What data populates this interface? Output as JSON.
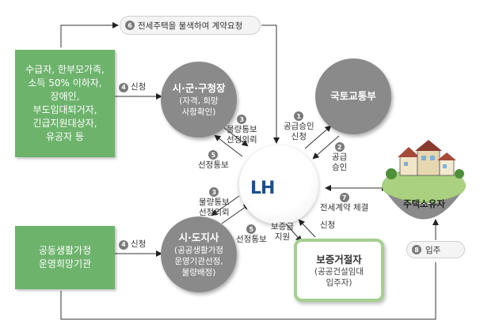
{
  "left_top_box": {
    "lines": [
      "수급자, 한부모가족,",
      "소득 50% 이하자,",
      "장애인,",
      "부도임대퇴거자,",
      "긴급지원대상자,",
      "유공자 등"
    ]
  },
  "left_bottom_box": {
    "lines": [
      "공동생활가정",
      "운영희망기관"
    ]
  },
  "city_circle": {
    "title": "시·군·구청장",
    "sub_lines": [
      "(자격, 희망",
      "사항확인)"
    ]
  },
  "province_circle": {
    "title": "시·도지사",
    "sub_lines": [
      "(공공생활가정",
      "운영기관선정,",
      "물량배정)"
    ]
  },
  "ministry_circle": {
    "title": "국토교통부"
  },
  "lh_logo": {
    "text": "LH"
  },
  "guarantor": {
    "title": "보증거절자",
    "sub_lines": [
      "(공공건설임대",
      "입주자)"
    ]
  },
  "owner": {
    "label": "주택소유자"
  },
  "steps": {
    "top_pill": {
      "num": "6",
      "text": "전세주택을 물색하여 계약요청"
    },
    "apply_top": {
      "num": "4",
      "text": "신청"
    },
    "apply_bottom": {
      "num": "4",
      "text": "신청"
    },
    "move_in": {
      "num": "8",
      "text": "입주"
    },
    "s3_top": {
      "num": "3",
      "lines": [
        "물량통보",
        "선정의뢰"
      ]
    },
    "s5_top": {
      "num": "5",
      "lines": [
        "선정통보"
      ]
    },
    "s3_bottom": {
      "num": "3",
      "lines": [
        "물량통보",
        "선정의뢰"
      ]
    },
    "s5_bottom": {
      "num": "5",
      "lines": [
        "선정통보"
      ]
    },
    "s1": {
      "num": "1",
      "lines": [
        "공급승인",
        "신청"
      ]
    },
    "s2": {
      "num": "2",
      "lines": [
        "공급",
        "승인"
      ]
    },
    "s7": {
      "num": "7",
      "text": "전세계약 체결"
    },
    "deposit": {
      "lines": [
        "보증금",
        "지원"
      ]
    },
    "guarantor_apply": {
      "text": "신청"
    }
  },
  "colors": {
    "green_box": "#6db36c",
    "circle_gray": "#8a8a8a",
    "guarantor_border": "#a5cf8f",
    "lh_blue": "#1b4f8f",
    "lh_green": "#8cc63f"
  }
}
